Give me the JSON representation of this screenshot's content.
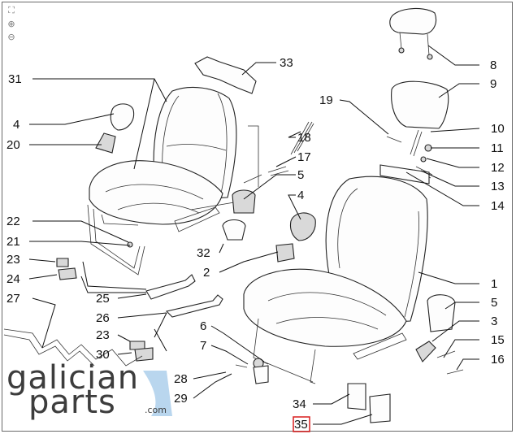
{
  "toolbar": {
    "fit_icon": "⛶",
    "zoom_in_icon": "⊕",
    "zoom_out_icon": "⊖"
  },
  "callouts": [
    "31",
    "33",
    "8",
    "9",
    "4",
    "20",
    "19",
    "18",
    "10",
    "11",
    "17",
    "12",
    "5",
    "13",
    "14",
    "4",
    "22",
    "21",
    "32",
    "2",
    "23",
    "24",
    "1",
    "25",
    "27",
    "5",
    "26",
    "3",
    "15",
    "6",
    "23",
    "16",
    "7",
    "30",
    "28",
    "29",
    "34",
    "35"
  ],
  "highlighted_callout": "35",
  "colors": {
    "highlight": "#d81e1e",
    "line": "#111111",
    "logo_accent": "#b9d6ee"
  },
  "logo": {
    "line1": "galician",
    "line2": "parts",
    "suffix": ".com"
  }
}
